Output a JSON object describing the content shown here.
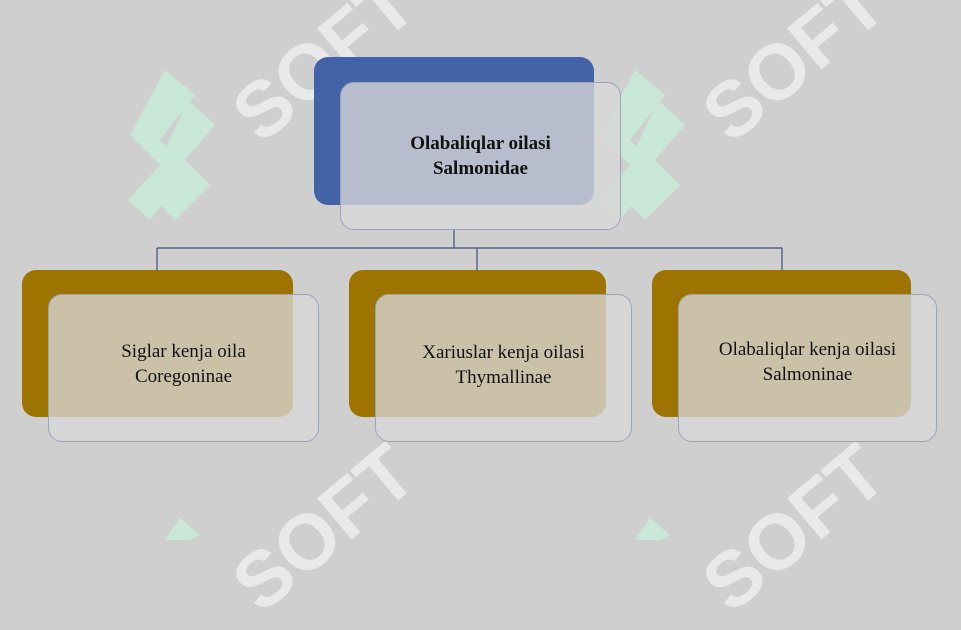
{
  "colors": {
    "background": "#cfcfcf",
    "root_fill": "#4462a7",
    "child_fill": "#9e7400",
    "connector": "#3d4f7a",
    "watermark_icon": "#c9ecd8"
  },
  "watermark": {
    "text": "SOFT",
    "icon": "logo-s-icon"
  },
  "root": {
    "line1": "Olabaliqlar oilasi",
    "line2": "Salmonidae"
  },
  "children": [
    {
      "line1": "Siglar kenja oila",
      "line2": "Coregoninae"
    },
    {
      "line1": "Xariuslar kenja oilasi",
      "line2": "Thymallinae"
    },
    {
      "line1": "Olabaliqlar kenja oilasi",
      "line2": "Salmoninae"
    }
  ]
}
